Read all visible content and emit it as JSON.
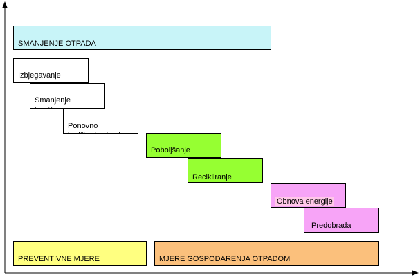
{
  "colors": {
    "cyan": "#c8f4f8",
    "white": "#ffffff",
    "green": "#96ff32",
    "magenta": "#f7a4f7",
    "label_highlight": "#ffc8e8",
    "yellow": "#ffff80",
    "orange": "#fbc07c",
    "axis": "#000000"
  },
  "banner": {
    "label": "SMANJENJE  OTPADA"
  },
  "steps": [
    {
      "label": "Izbjegavanje"
    },
    {
      "label": "Smanjenje\nkorištenja sirovina"
    },
    {
      "label": "Ponovno\nkorištenje sirovina"
    },
    {
      "label": "Poboljšanje\nkvalitete"
    },
    {
      "label": "Recikliranje"
    },
    {
      "label": "Obnova energije"
    },
    {
      "label": "Predobrada"
    }
  ],
  "categories": [
    {
      "label": "PREVENTIVNE  MJERE"
    },
    {
      "label": "MJERE  GOSPODARENJA  OTPADOM"
    }
  ]
}
